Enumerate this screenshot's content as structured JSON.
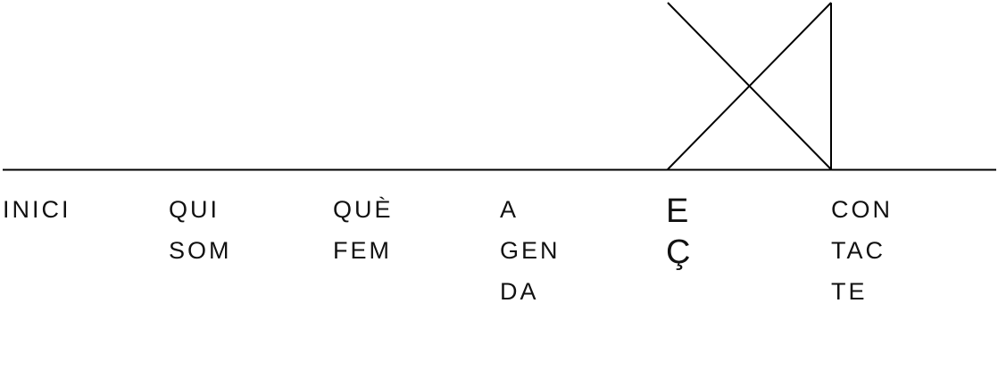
{
  "nav": {
    "items": [
      {
        "lines": [
          "INICI"
        ]
      },
      {
        "lines": [
          "QUI",
          "SOM"
        ]
      },
      {
        "lines": [
          "QUÈ",
          "FEM"
        ]
      },
      {
        "lines": [
          "A",
          "GEN",
          "DA"
        ]
      },
      {
        "lines": [
          "E",
          "Ç"
        ]
      },
      {
        "lines": [
          "CON",
          "TAC",
          "TE"
        ]
      }
    ]
  },
  "colors": {
    "line": "#000000",
    "text": "#111111"
  }
}
